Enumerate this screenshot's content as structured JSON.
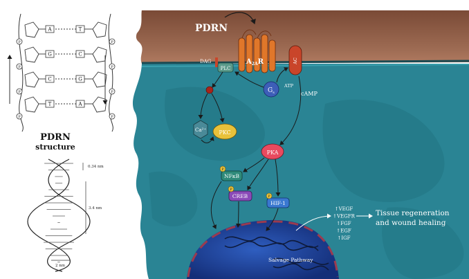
{
  "title": "PDRN",
  "structure": {
    "line1": "PDRN",
    "line2": "structure"
  },
  "dna": {
    "pitch": "3.4 nm",
    "rise": "0.34 nm",
    "width": "2 nm"
  },
  "bases": [
    {
      "left": "A",
      "right": "T"
    },
    {
      "left": "G",
      "right": "C"
    },
    {
      "left": "C",
      "right": "G"
    },
    {
      "left": "T",
      "right": "A"
    }
  ],
  "phosphate": "P",
  "receptor": {
    "a": "A",
    "sub": "2A",
    "r": "R"
  },
  "ac": "AC",
  "dag": "DAG",
  "plc": "PLC",
  "gs": {
    "g": "G",
    "sub": "s"
  },
  "atp": "ATP",
  "camp": "cAMP",
  "ca": "Ca²⁺",
  "pkc": "PKC",
  "pka": "PKA",
  "nfkb": "NFκB",
  "creb": "CREB",
  "hif": "HIF-1",
  "p_badge": "P",
  "factors": [
    "↑VEGF",
    "↑VEGFR",
    "↑FGF",
    "↑EGF",
    "↑IGF"
  ],
  "outcome": {
    "line1": "Tissue regeneration",
    "line2": "and wound healing"
  },
  "salvage": "Salvage Pathway",
  "colors": {
    "membrane_top": "#8b5a44",
    "cytoplasm": "#2a8494",
    "cell_dark": "#1e6a78",
    "nucleus": "#1a3a8a",
    "receptor": "#e0772a",
    "ac": "#c9452a",
    "pka": "#e84a5f",
    "pkc": "#e8c13a",
    "ca": "#4a8a98",
    "nfkb": "#2f8a7a",
    "creb": "#8a4ab8",
    "hif": "#3a78d0",
    "gs": "#3d5eb8",
    "plc": "#5a9a8a"
  }
}
